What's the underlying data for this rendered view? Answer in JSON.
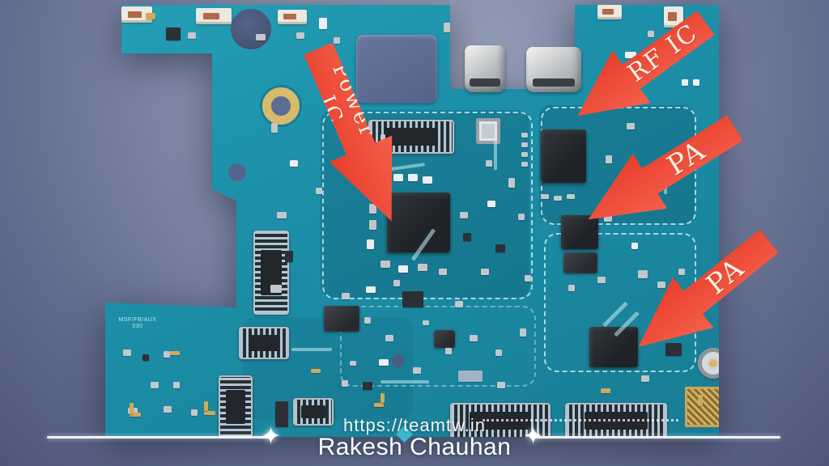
{
  "annotations": {
    "arrows": [
      {
        "id": "power-ic",
        "label": "Power IC"
      },
      {
        "id": "rf-ic",
        "label": "RF IC"
      },
      {
        "id": "pa-upper",
        "label": "PA"
      },
      {
        "id": "pa-lower",
        "label": "PA"
      }
    ]
  },
  "board": {
    "silkscreen_line1": "MSF/FB/AUX",
    "silkscreen_line2": "030"
  },
  "watermark": {
    "url": "https://teamtw.in",
    "author": "Rakesh Chauhan"
  },
  "colors": {
    "arrow_red": "#ef4b38",
    "pcb_teal": "#1b8aa3",
    "background_slate": "#7b84a3",
    "label_cream": "#fdf4e6",
    "watermark_white": "#ffffff"
  }
}
